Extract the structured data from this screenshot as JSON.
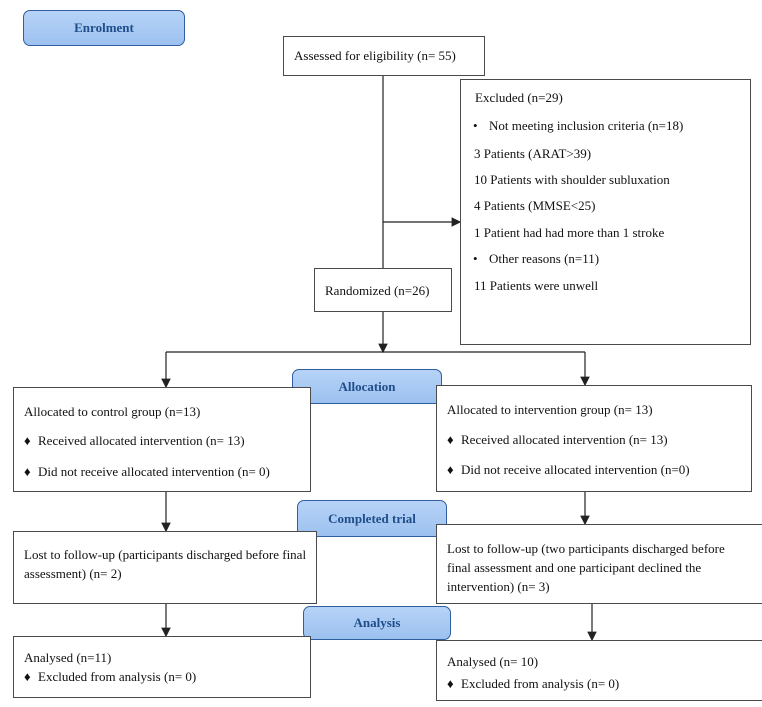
{
  "stages": {
    "enrolment": "Enrolment",
    "allocation": "Allocation",
    "completed": "Completed trial",
    "analysis": "Analysis"
  },
  "assessed": "Assessed for eligibility (n= 55)",
  "excluded": {
    "title": "Excluded (n=29)",
    "lines": [
      {
        "bullet": "•",
        "text": "Not meeting inclusion criteria (n=18)"
      },
      {
        "bullet": "",
        "text": "3 Patients (ARAT>39)"
      },
      {
        "bullet": "",
        "text": "10 Patients with shoulder subluxation"
      },
      {
        "bullet": "",
        "text": "4 Patients (MMSE<25)"
      },
      {
        "bullet": "",
        "text": "1 Patient had had more than 1 stroke"
      },
      {
        "bullet": "•",
        "text": "Other reasons (n=11)"
      },
      {
        "bullet": "",
        "text": "11 Patients were unwell"
      }
    ]
  },
  "randomized": "Randomized (n=26)",
  "control": {
    "allocated": "Allocated to control group (n=13)",
    "received": "Received allocated intervention (n= 13)",
    "not_received": "Did not receive allocated intervention (n= 0)",
    "lost": "Lost to follow-up (participants discharged before final assessment) (n= 2)",
    "analysed": "Analysed (n=11)",
    "excluded_analysis": "Excluded from analysis (n= 0)"
  },
  "intervention": {
    "allocated": "Allocated to intervention group (n= 13)",
    "received": "Received allocated intervention (n= 13)",
    "not_received": "Did not receive allocated intervention (n=0)",
    "lost": "Lost to follow-up (two participants discharged before final assessment and one participant declined the intervention) (n= 3)",
    "analysed": "Analysed (n= 10)",
    "excluded_analysis": "Excluded from analysis (n= 0)"
  },
  "bullet_diamond": "♦"
}
